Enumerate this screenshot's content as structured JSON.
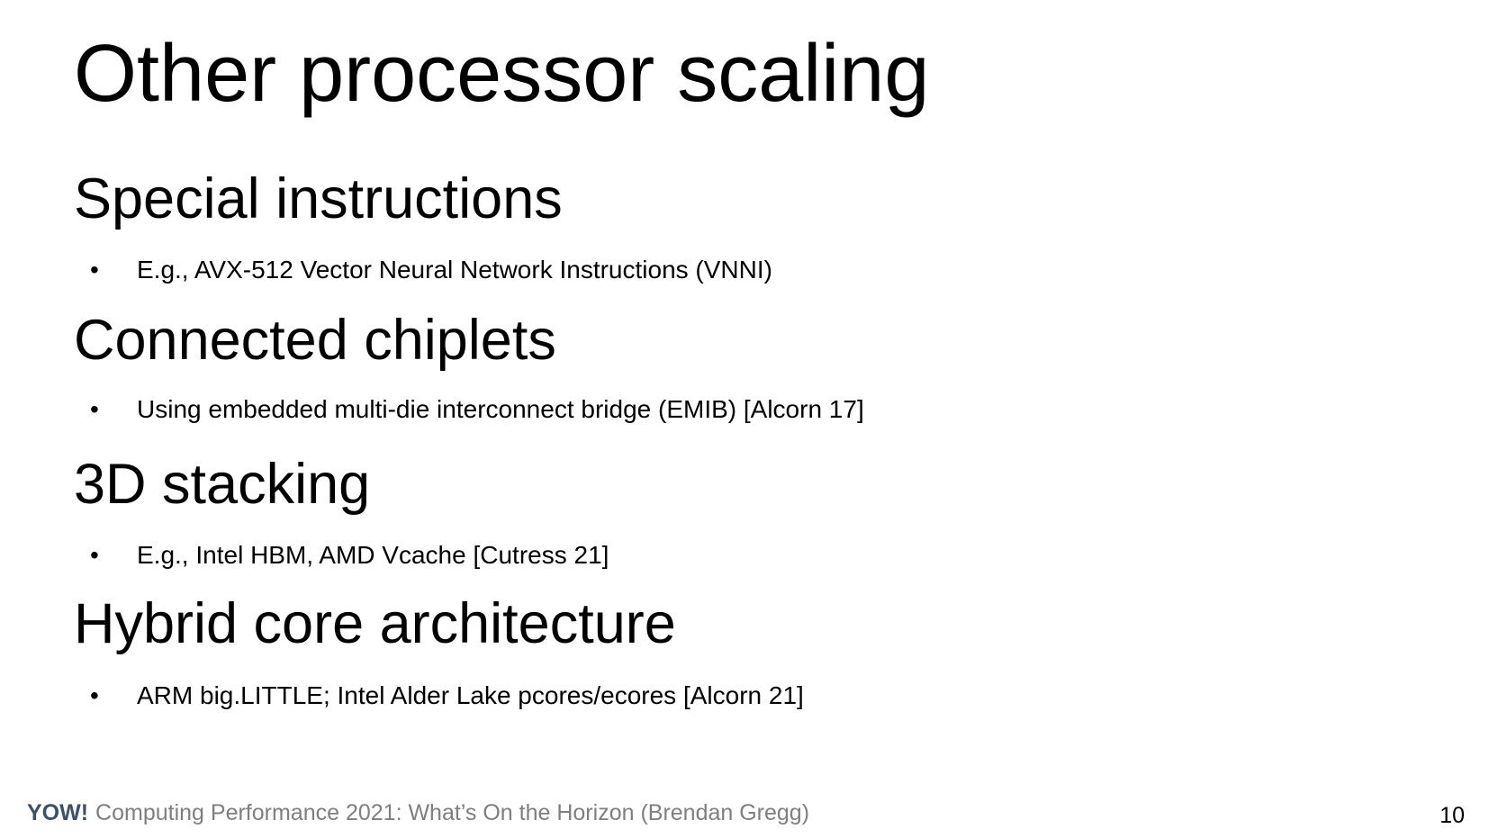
{
  "slide": {
    "title": "Other processor scaling",
    "bullet_glyph": "•",
    "sections": [
      {
        "heading": "Special instructions",
        "bullet": "E.g., AVX-512 Vector Neural Network Instructions (VNNI)"
      },
      {
        "heading": "Connected chiplets",
        "bullet": "Using embedded multi-die interconnect bridge (EMIB) [Alcorn 17]"
      },
      {
        "heading": "3D stacking",
        "bullet": "E.g., Intel HBM, AMD Vcache [Cutress 21]"
      },
      {
        "heading": "Hybrid core architecture",
        "bullet": "ARM big.LITTLE; Intel Alder Lake pcores/ecores [Alcorn 21]"
      }
    ],
    "footer": {
      "brand": "YOW!",
      "text": "Computing Performance 2021: What’s On the Horizon (Brendan Gregg)",
      "brand_color": "#3c5168",
      "text_color": "#7f7f7f"
    },
    "page_number": "10",
    "background_color": "#ffffff",
    "text_color": "#000000"
  }
}
